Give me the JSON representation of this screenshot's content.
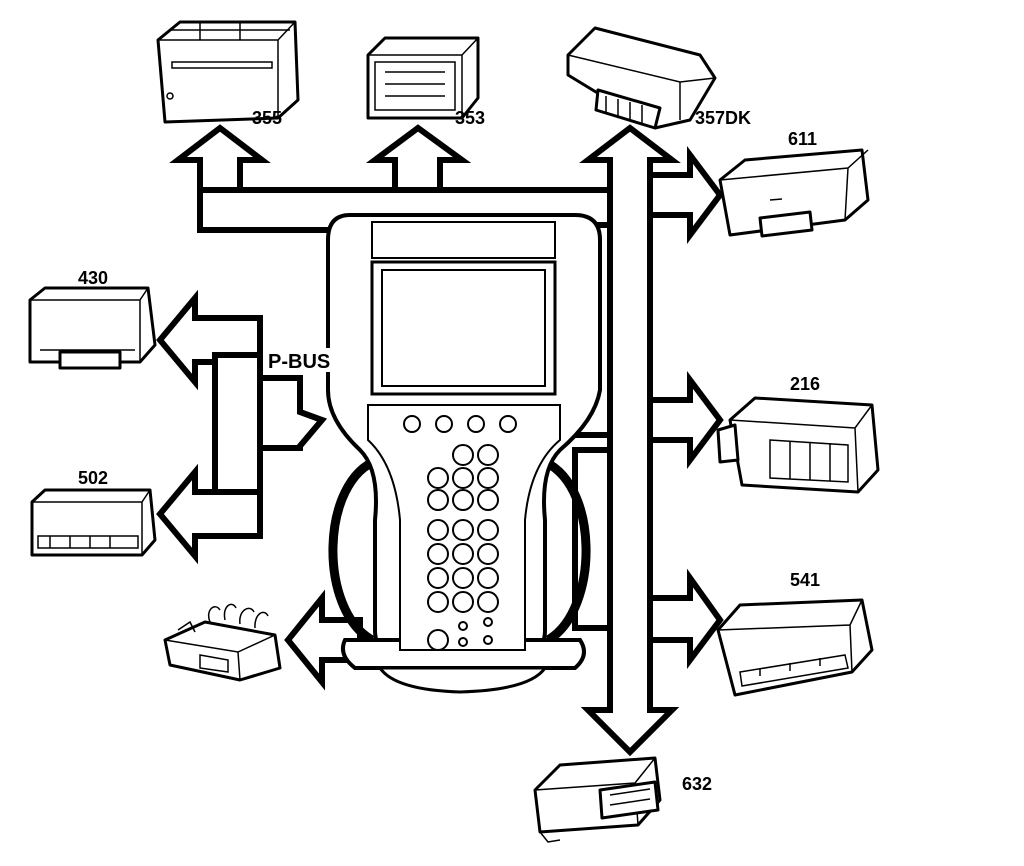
{
  "bus_label": "P-BUS",
  "modules": [
    {
      "id": "355",
      "label": "355"
    },
    {
      "id": "353",
      "label": "353"
    },
    {
      "id": "357DK",
      "label": "357DK"
    },
    {
      "id": "611",
      "label": "611"
    },
    {
      "id": "430",
      "label": "430"
    },
    {
      "id": "216",
      "label": "216"
    },
    {
      "id": "502",
      "label": "502"
    },
    {
      "id": "541",
      "label": "541"
    },
    {
      "id": "632",
      "label": "632"
    }
  ],
  "icons": [
    "scan-tool",
    "diagnostic-connector",
    "control-module"
  ]
}
